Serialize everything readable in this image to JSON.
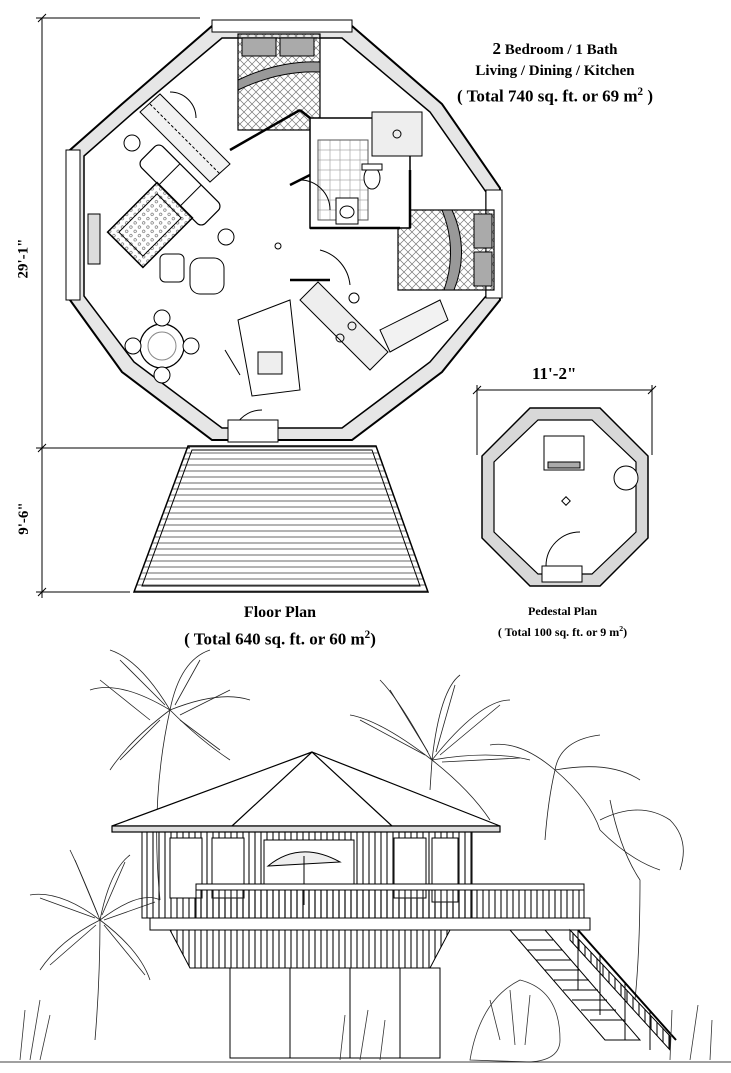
{
  "header": {
    "bedroom_count": "2",
    "rooms_line1": "Bedroom / 1 Bath",
    "rooms_line2": "Living / Dining / Kitchen",
    "total_prefix": "( Total 740 sq. ft. or 69 m",
    "total_exp": "2",
    "total_suffix": ")"
  },
  "dimensions": {
    "main_height": "29'-1\"",
    "deck_depth": "9'-6\"",
    "pedestal_width": "11'-2\""
  },
  "floor_plan": {
    "title": "Floor Plan",
    "area_prefix": "( Total 640 sq. ft. or 60 m",
    "area_exp": "2",
    "area_suffix": ")"
  },
  "pedestal_plan": {
    "title": "Pedestal Plan",
    "area_prefix": "( Total 100 sq. ft. or 9 m",
    "area_exp": "2",
    "area_suffix": ")"
  }
}
